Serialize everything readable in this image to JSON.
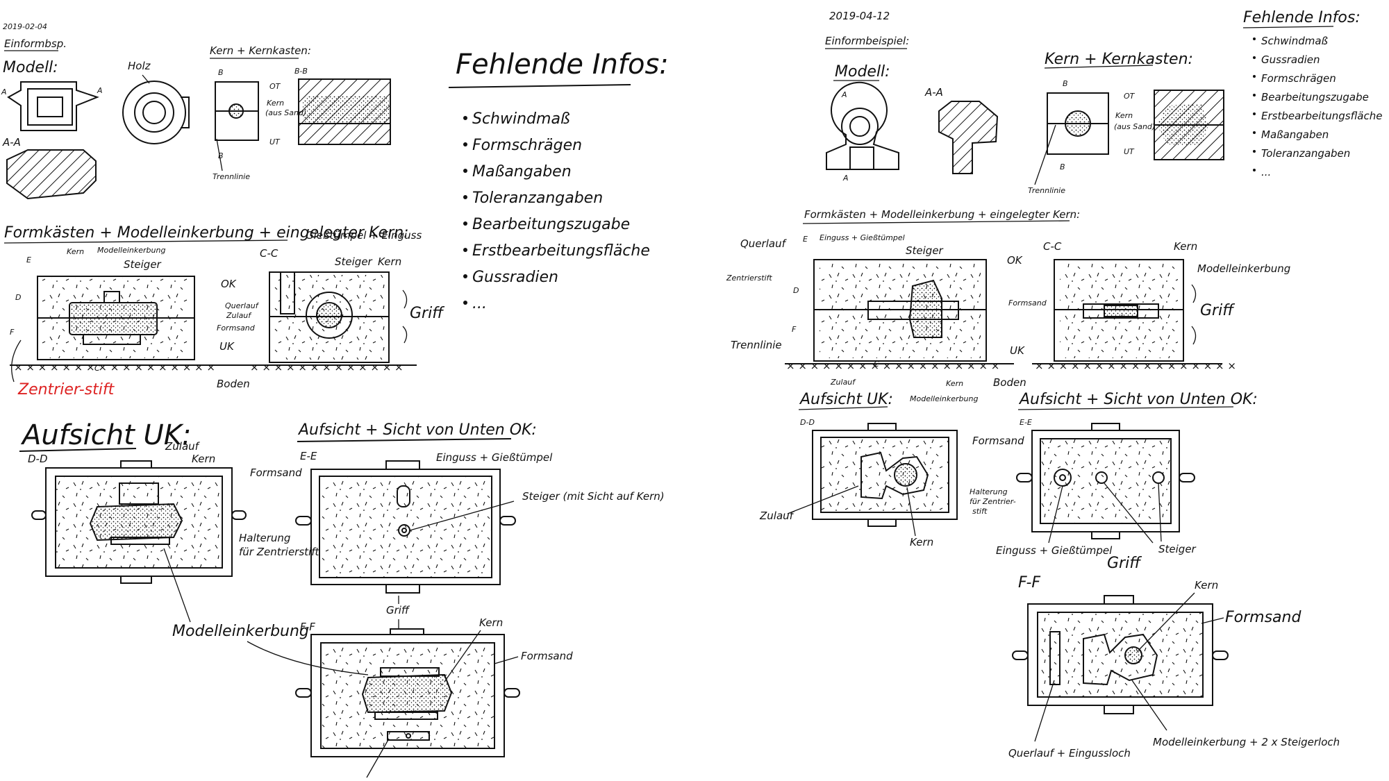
{
  "left": {
    "date": "2019-02-04",
    "subtitle": "Einformbsp.",
    "model_label": "Modell:",
    "wood_label": "Holz",
    "section_aa": "A-A",
    "core_title": "Kern + Kernkasten:",
    "section_bb": "B-B",
    "core_labels": {
      "ot": "OT",
      "kern": "Kern",
      "aus_sand": "(aus Sand)",
      "ut": "UT",
      "trennlinie": "Trennlinie"
    },
    "flask_title": "Formkästen + Modelleinkerbung + eingelegter Kern:",
    "section_cc": "C-C",
    "flask_labels": {
      "kern": "Kern",
      "modelleinkerbung": "Modelleinkerbung",
      "steiger": "Steiger",
      "giess": "Gießtümpel + Einguss",
      "steiger2": "Steiger",
      "kern2": "Kern",
      "ok": "OK",
      "querlauf": "Querlauf",
      "zulauf": "Zulauf",
      "formsand": "Formsand",
      "uk": "UK",
      "griff": "Griff",
      "boden": "Boden",
      "zentrierstift": "Zentrier-stift",
      "d": "D",
      "f": "F",
      "e": "E",
      "c": "C"
    },
    "top_uk_title": "Aufsicht UK:",
    "top_uk_section": "D-D",
    "top_uk_labels": {
      "zulauf": "Zulauf",
      "kern": "Kern",
      "formsand": "Formsand",
      "halterung": "Halterung",
      "halterung2": "für Zentrierstift",
      "modelleinkerbung": "Modelleinkerbung"
    },
    "top_ok_title": "Aufsicht + Sicht von Unten OK:",
    "top_ok_section": "E-E",
    "top_ok_labels": {
      "einguss": "Einguss + Gießtümpel",
      "steiger": "Steiger (mit Sicht auf Kern)",
      "griff": "Griff"
    },
    "ff_section": "F-F",
    "ff_labels": {
      "kern": "Kern",
      "formsand": "Formsand"
    }
  },
  "missing_info_big": {
    "title": "Fehlende Infos:",
    "items": [
      "Schwindmaß",
      "Formschrägen",
      "Maßangaben",
      "Toleranzangaben",
      "Bearbeitungszugabe",
      "Erstbearbeitungsfläche",
      "Gussradien",
      "..."
    ]
  },
  "right": {
    "date": "2019-04-12",
    "subtitle": "Einformbeispiel:",
    "model_label": "Modell:",
    "section_aa": "A-A",
    "core_title": "Kern + Kernkasten:",
    "core_labels": {
      "ot": "OT",
      "kern": "Kern",
      "aus_sand": "(aus Sand)",
      "ut": "UT",
      "trennlinie": "Trennlinie",
      "b": "B"
    },
    "flask_title": "Formkästen + Modelleinkerbung + eingelegter Kern:",
    "section_cc": "C-C",
    "flask_labels": {
      "querlauf": "Querlauf",
      "einguss": "Einguss + Gießtümpel",
      "steiger": "Steiger",
      "kern": "Kern",
      "modelleinkerbung": "Modelleinkerbung",
      "zentrierstift": "Zentrierstift",
      "ok": "OK",
      "formsand": "Formsand",
      "griff": "Griff",
      "trennlinie": "Trennlinie",
      "uk": "UK",
      "zulauf": "Zulauf",
      "kern2": "Kern",
      "modelleinkerbung2": "Modelleinkerbung",
      "boden": "Boden",
      "d": "D",
      "f": "F",
      "e": "E",
      "c": "C"
    },
    "top_uk_title": "Aufsicht UK:",
    "top_uk_section": "D-D",
    "top_uk_labels": {
      "formsand": "Formsand",
      "halterung": "Halterung",
      "halterung2": "für Zentrier-",
      "halterung3": "stift",
      "zulauf": "Zulauf",
      "kern": "Kern"
    },
    "top_ok_title": "Aufsicht + Sicht von Unten OK:",
    "top_ok_section": "E-E",
    "top_ok_labels": {
      "einguss": "Einguss + Gießtümpel",
      "steiger": "Steiger",
      "griff": "Griff"
    },
    "ff_section": "F-F",
    "ff_labels": {
      "kern": "Kern",
      "formsand": "Formsand",
      "querlauf": "Querlauf + Eingussloch",
      "modell": "Modelleinkerbung + 2 x Steigerloch"
    }
  },
  "missing_info_small": {
    "title": "Fehlende Infos:",
    "items": [
      "Schwindmaß",
      "Gussradien",
      "Formschrägen",
      "Bearbeitungszugabe",
      "Erstbearbeitungsfläche",
      "Maßangaben",
      "Toleranzangaben",
      "..."
    ]
  },
  "colors": {
    "ink": "#111111",
    "red": "#dd2222",
    "paper": "#ffffff"
  }
}
